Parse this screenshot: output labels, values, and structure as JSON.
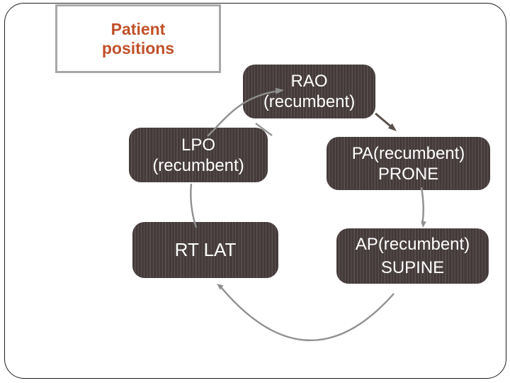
{
  "slide": {
    "title": "Patient positions"
  },
  "cycle": {
    "description": "clockwise cycle diagram of patient positions",
    "nodes": [
      {
        "id": "rao",
        "line1": "RAO",
        "line2": "(recumbent)"
      },
      {
        "id": "pa",
        "line1": "PA(recumbent)",
        "line2": "PRONE"
      },
      {
        "id": "ap",
        "line1": "AP(recumbent)",
        "line2": "SUPINE"
      },
      {
        "id": "rt-lat",
        "line1": "RT LAT",
        "line2": ""
      },
      {
        "id": "lpo",
        "line1": "LPO",
        "line2": "(recumbent)"
      }
    ]
  },
  "colors": {
    "title_text": "#C0512A",
    "title_border": "#A8A8A8",
    "slide_border": "#1F1F1F",
    "node_fill": "#443A3A",
    "node_stripe": "#5D5252",
    "node_text": "#FFFFFF",
    "arc_gray": "#8F8F8F",
    "dark_arrow": "#5A504B"
  }
}
